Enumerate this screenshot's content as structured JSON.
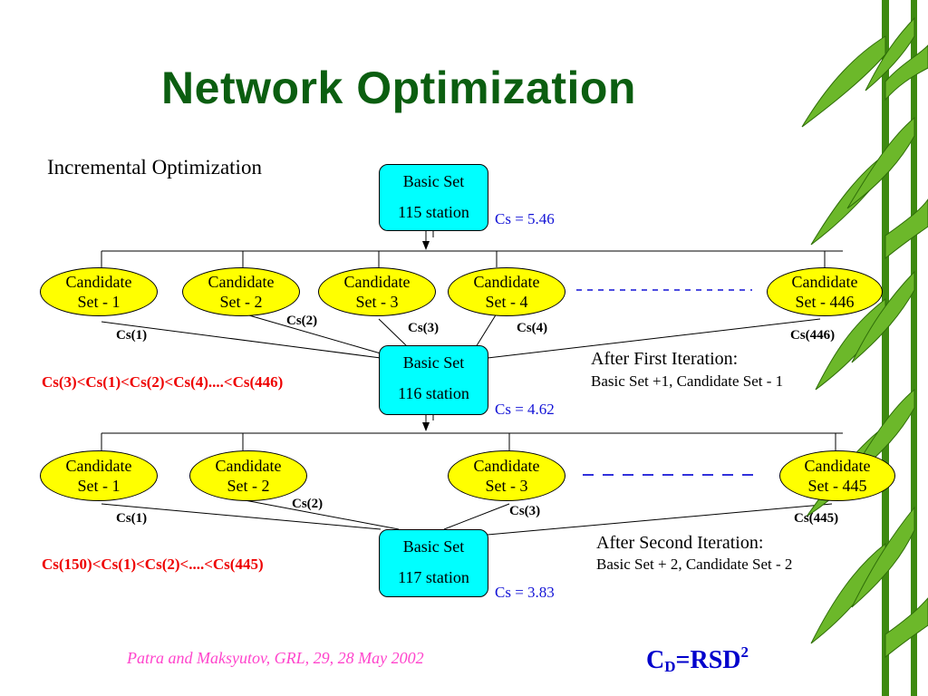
{
  "slide": {
    "title": "Network Optimization",
    "subtitle": "Incremental Optimization",
    "footer": "Patra and Maksyutov, GRL, 29, 28 May 2002",
    "formula": {
      "c": "C",
      "sub": "D",
      "eq": "=RSD",
      "sup": "2"
    }
  },
  "basic_sets": [
    {
      "label": "Basic Set",
      "stations": "115 station",
      "cs": "Cs = 5.46"
    },
    {
      "label": "Basic Set",
      "stations": "116 station",
      "cs": "Cs = 4.62"
    },
    {
      "label": "Basic Set",
      "stations": "117 station",
      "cs": "Cs = 3.83"
    }
  ],
  "row1": {
    "candidates": [
      {
        "line1": "Candidate",
        "line2": "Set - 1"
      },
      {
        "line1": "Candidate",
        "line2": "Set - 2"
      },
      {
        "line1": "Candidate",
        "line2": "Set - 3"
      },
      {
        "line1": "Candidate",
        "line2": "Set - 4"
      },
      {
        "line1": "Candidate",
        "line2": "Set - 446"
      }
    ],
    "cs_labels": [
      "Cs(1)",
      "Cs(2)",
      "Cs(3)",
      "Cs(4)",
      "Cs(446)"
    ],
    "ranking": "Cs(3)<Cs(1)<Cs(2)<Cs(4)....<Cs(446)",
    "iteration_heading": "After  First Iteration:",
    "iteration_text": "Basic Set +1, Candidate Set - 1"
  },
  "row2": {
    "candidates": [
      {
        "line1": "Candidate",
        "line2": "Set - 1"
      },
      {
        "line1": "Candidate",
        "line2": "Set - 2"
      },
      {
        "line1": "Candidate",
        "line2": "Set - 3"
      },
      {
        "line1": "Candidate",
        "line2": "Set - 445"
      }
    ],
    "cs_labels": [
      "Cs(1)",
      "Cs(2)",
      "Cs(3)",
      "Cs(445)"
    ],
    "ranking": "Cs(150)<Cs(1)<Cs(2)<....<Cs(445)",
    "iteration_heading": "After Second Iteration:",
    "iteration_text": "Basic Set + 2, Candidate Set - 2"
  }
}
